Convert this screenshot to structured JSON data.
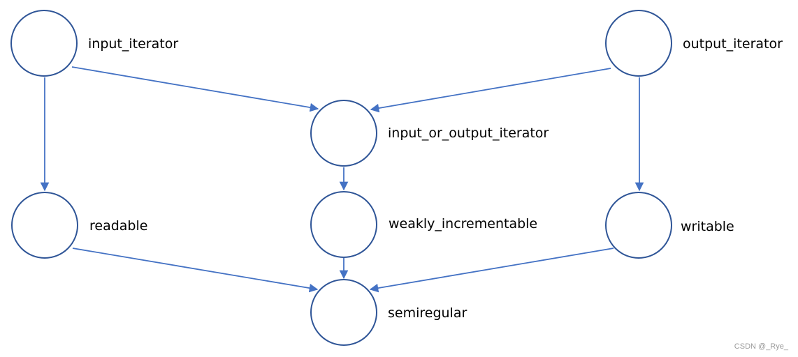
{
  "diagram": {
    "nodes": {
      "input_iterator": {
        "label": "input_iterator"
      },
      "output_iterator": {
        "label": "output_iterator"
      },
      "input_or_output_iterator": {
        "label": "input_or_output_iterator"
      },
      "readable": {
        "label": "readable"
      },
      "weakly_incrementable": {
        "label": "weakly_incrementable"
      },
      "writable": {
        "label": "writable"
      },
      "semiregular": {
        "label": "semiregular"
      }
    },
    "edges": [
      {
        "from": "input_iterator",
        "to": "input_or_output_iterator"
      },
      {
        "from": "output_iterator",
        "to": "input_or_output_iterator"
      },
      {
        "from": "input_iterator",
        "to": "readable"
      },
      {
        "from": "output_iterator",
        "to": "writable"
      },
      {
        "from": "input_or_output_iterator",
        "to": "weakly_incrementable"
      },
      {
        "from": "readable",
        "to": "semiregular"
      },
      {
        "from": "weakly_incrementable",
        "to": "semiregular"
      },
      {
        "from": "writable",
        "to": "semiregular"
      }
    ],
    "colors": {
      "node_stroke": "#2f5597",
      "edge": "#4472c4"
    }
  },
  "watermark": "CSDN @_Rye_"
}
